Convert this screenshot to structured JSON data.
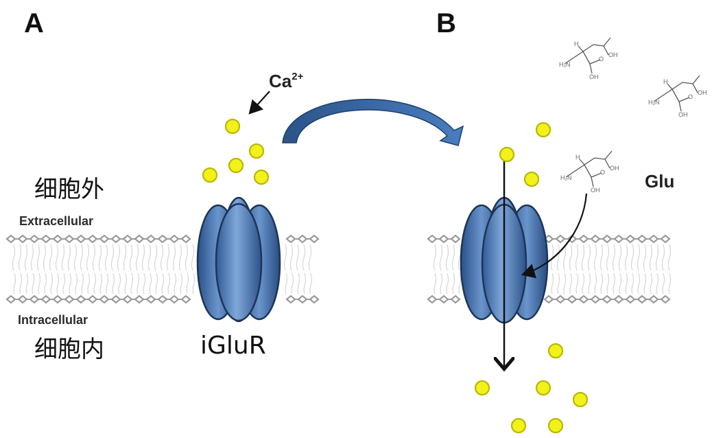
{
  "panels": {
    "a": {
      "label": "A"
    },
    "b": {
      "label": "B"
    }
  },
  "labels": {
    "extracellular_cn": "细胞外",
    "extracellular_en": "Extracellular",
    "intracellular_en": "Intracellular",
    "intracellular_cn": "细胞内",
    "receptor": "iGluR",
    "ion": "Ca",
    "ion_charge": "2+",
    "ligand": "Glu"
  },
  "chem": {
    "atoms": [
      "H",
      "H₂N",
      "O",
      "OH",
      "OH"
    ]
  },
  "colors": {
    "receptor_fill": "#3d6aa8",
    "receptor_light": "#7aa3d6",
    "receptor_stroke": "#1d3457",
    "ion_fill": "#f2f21a",
    "ion_stroke": "#b8b800",
    "membrane": "#9a9a9a",
    "arrow": "#2e5d96"
  },
  "counts": {
    "ions_panel_a": 5,
    "ions_panel_b_extracellular": 3,
    "ions_panel_b_intracellular": 6,
    "glutamate_molecules": 3
  }
}
